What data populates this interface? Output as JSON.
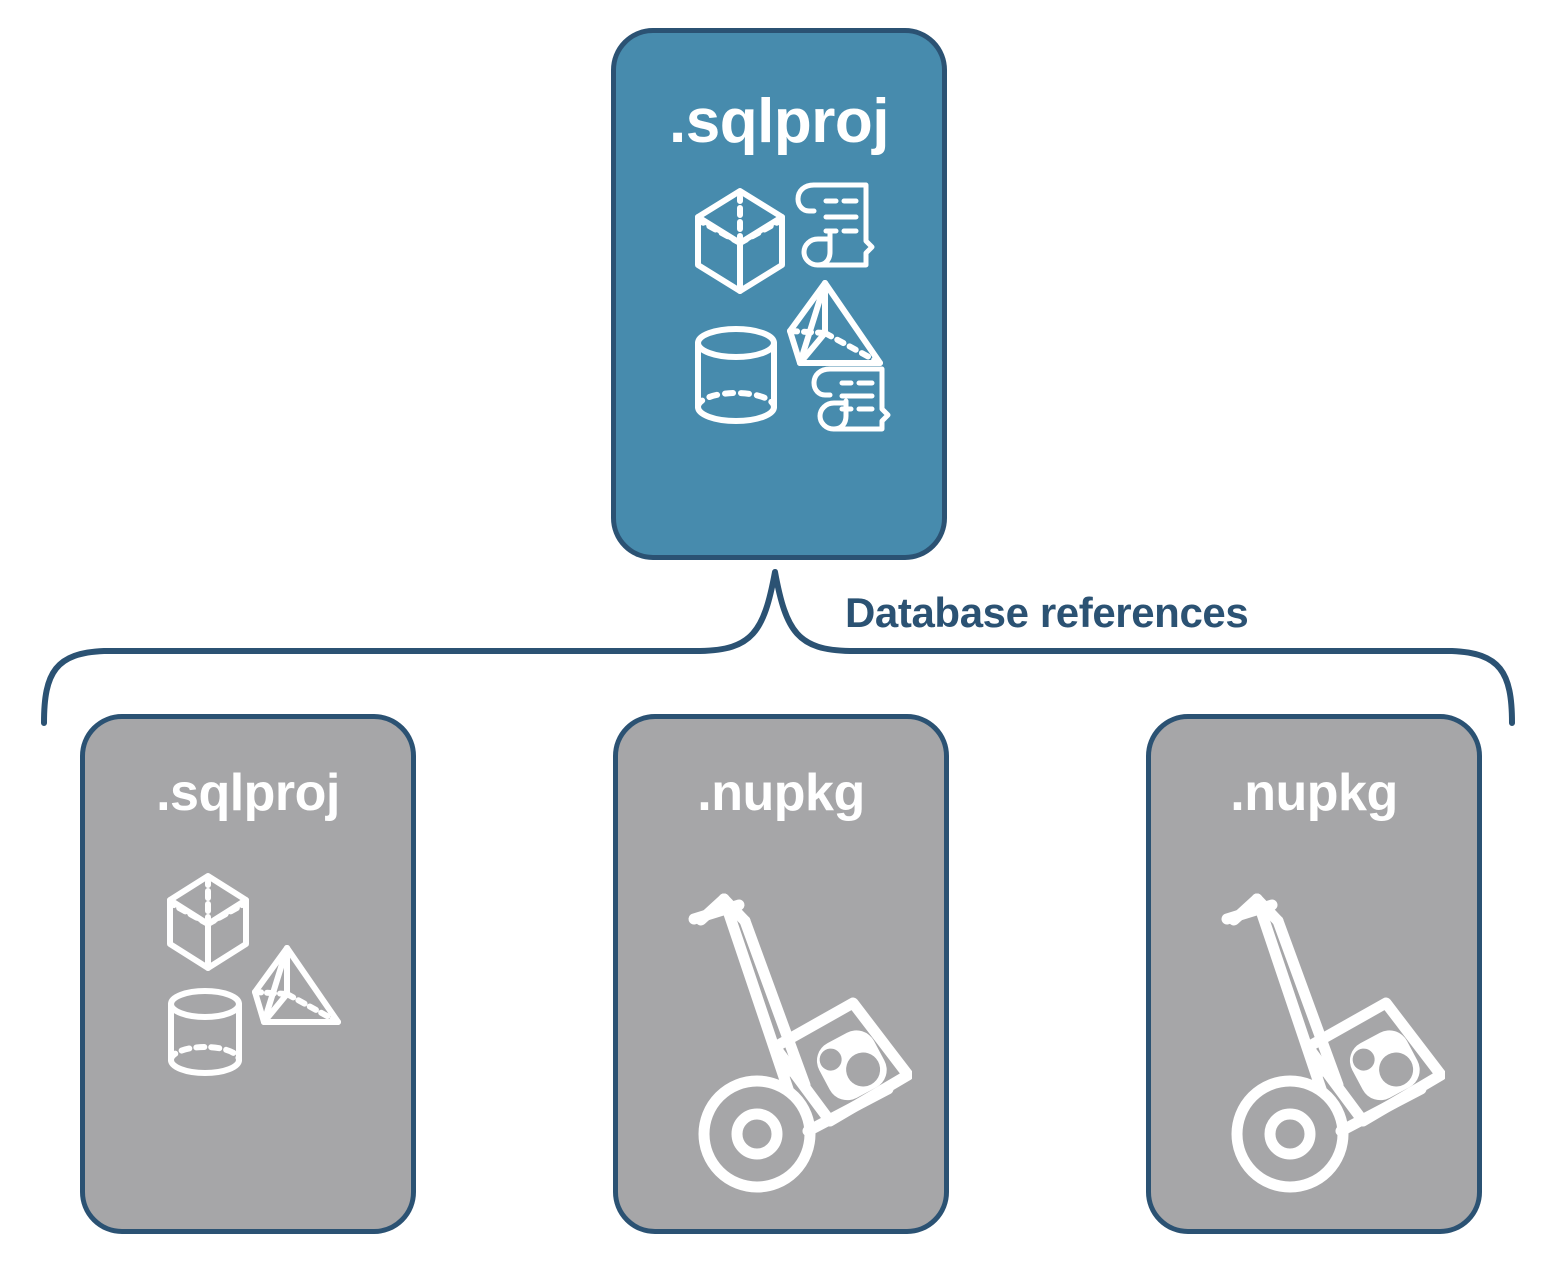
{
  "diagram": {
    "title": "Database references",
    "colors": {
      "primary_fill": "#478bad",
      "secondary_fill": "#a6a6a8",
      "stroke": "#2b5273",
      "icon": "#ffffff",
      "background": "#ffffff"
    },
    "connector": {
      "type": "curly-brace",
      "label": "Database references",
      "label_color": "#2b5273"
    },
    "parent": {
      "label": ".sqlproj",
      "fill": "#478bad",
      "icons": [
        "cube-icon",
        "scroll-icon",
        "pyramid-icon",
        "cylinder-icon",
        "scroll-icon"
      ]
    },
    "children": [
      {
        "id": "child-sqlproj",
        "label": ".sqlproj",
        "fill": "#a6a6a8",
        "icons": [
          "cube-icon",
          "pyramid-icon",
          "cylinder-icon"
        ]
      },
      {
        "id": "child-nupkg-1",
        "label": ".nupkg",
        "fill": "#a6a6a8",
        "icons": [
          "hand-truck-nuget-package-icon"
        ]
      },
      {
        "id": "child-nupkg-2",
        "label": ".nupkg",
        "fill": "#a6a6a8",
        "icons": [
          "hand-truck-nuget-package-icon"
        ]
      }
    ]
  }
}
